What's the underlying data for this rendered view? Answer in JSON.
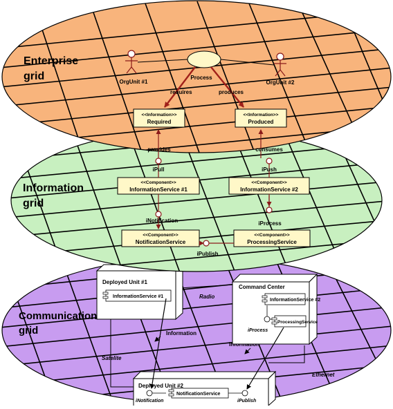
{
  "layers": {
    "enterprise": {
      "title_line1": "Enterprise",
      "title_line2": "grid",
      "color": "#F8B47C"
    },
    "information": {
      "title_line1": "Information",
      "title_line2": "grid",
      "color": "#C8F0C0"
    },
    "communication": {
      "title_line1": "Communication",
      "title_line2": "grid",
      "color": "#C89CF0"
    }
  },
  "enterprise": {
    "orgunit1": "OrgUnit #1",
    "orgunit2": "OrgUnit #2",
    "process": "Process",
    "requires": "requires",
    "produces": "produces",
    "required": {
      "stereotype": "<<Information>>",
      "name": "Required"
    },
    "produced": {
      "stereotype": "<<Information>>",
      "name": "Produced"
    },
    "arrow_color": "#A0201A"
  },
  "information": {
    "provides": "provides",
    "consumes": "consumes",
    "ipull": "iPull",
    "ipush": "iPush",
    "service1": {
      "stereotype": "<<Component>>",
      "name": "InformationService #1"
    },
    "service2": {
      "stereotype": "<<Component>>",
      "name": "InformationService #2"
    },
    "inotification": "iNotification",
    "iprocess": "iProcess",
    "notification": {
      "stereotype": "<<Component>>",
      "name": "NotificationService"
    },
    "processing": {
      "stereotype": "<<Component>>",
      "name": "ProcessingService"
    },
    "ipublish": "iPublish",
    "box_color": "#FFF8C8"
  },
  "communication": {
    "unit1": {
      "title": "Deployed Unit #1",
      "component": "InformationService #1"
    },
    "command": {
      "title": "Command Center",
      "component1": "InformationService #2",
      "iface": "iProcess",
      "component2": "ProcessingService"
    },
    "unit2": {
      "title": "Deployed Unit #2",
      "iface_left": "iNotification",
      "component": "NotificationService",
      "iface_right": "iPublish"
    },
    "radio": "Radio",
    "information1": "Information",
    "information2": "Information",
    "satelite": "Satelite",
    "ethernet": "Ethernet"
  }
}
